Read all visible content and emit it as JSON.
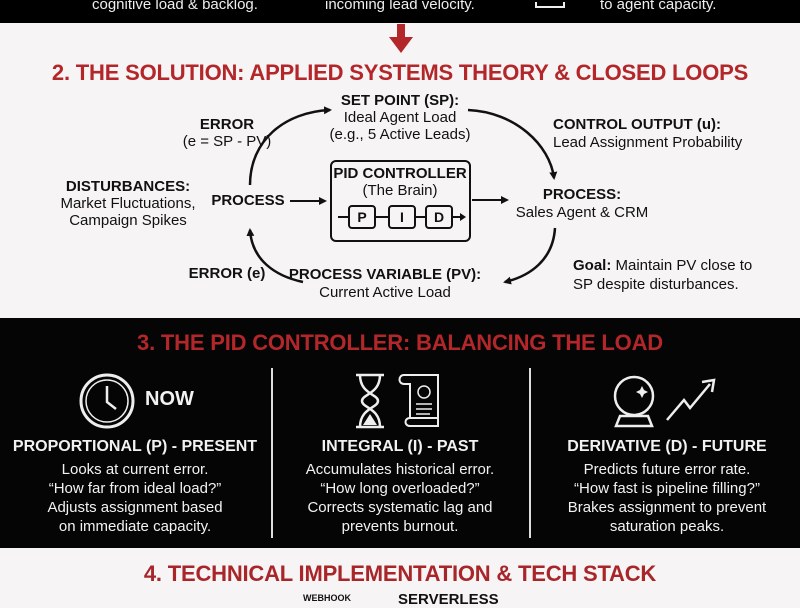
{
  "top_strip": {
    "col1": "cognitive load & backlog.",
    "col2": "incoming lead velocity.",
    "col3": "to agent capacity."
  },
  "colors": {
    "accent": "#b3262a",
    "dark_bg": "#050505",
    "light_bg": "#f6f4f4"
  },
  "section2": {
    "title": "2. THE SOLUTION: APPLIED SYSTEMS THEORY & CLOSED LOOPS",
    "error_top": {
      "label": "ERROR",
      "formula": "(e = SP - PV)"
    },
    "set_point": {
      "label": "SET POINT (SP):",
      "line1": "Ideal Agent Load",
      "line2": "(e.g., 5 Active Leads)"
    },
    "control_output": {
      "label": "CONTROL OUTPUT (u):",
      "line1": "Lead Assignment Probability"
    },
    "disturbances": {
      "label": "DISTURBANCES:",
      "line1": "Market Fluctuations,",
      "line2": "Campaign Spikes"
    },
    "process_left": "PROCESS",
    "pid": {
      "title": "PID CONTROLLER",
      "subtitle": "(The Brain)",
      "terms": [
        "P",
        "I",
        "D"
      ]
    },
    "process_right": {
      "label": "PROCESS:",
      "line1": "Sales Agent & CRM"
    },
    "error_bottom": "ERROR (e)",
    "process_variable": {
      "label": "PROCESS VARIABLE (PV):",
      "line1": "Current Active Load"
    },
    "goal": {
      "label": "Goal:",
      "line1": "Maintain PV close to",
      "line2": "SP despite disturbances."
    }
  },
  "section3": {
    "title": "3. THE PID CONTROLLER: BALANCING THE LOAD",
    "columns": [
      {
        "icon": "clock-icon",
        "badge": "NOW",
        "heading": "PROPORTIONAL (P) - PRESENT",
        "lines": [
          "Looks at current error.",
          "“How far from ideal load?”",
          "Adjusts assignment based",
          "on immediate capacity."
        ]
      },
      {
        "icon": "hourglass-icon",
        "heading": "INTEGRAL (I) - PAST",
        "lines": [
          "Accumulates historical error.",
          "“How long overloaded?”",
          "Corrects systematic lag and",
          "prevents burnout."
        ]
      },
      {
        "icon": "crystal-ball-icon",
        "heading": "DERIVATIVE (D) - FUTURE",
        "lines": [
          "Predicts future error rate.",
          "“How fast is pipeline filling?”",
          "Brakes assignment to prevent",
          "saturation peaks."
        ]
      }
    ]
  },
  "section4": {
    "title": "4. TECHNICAL IMPLEMENTATION & TECH STACK",
    "label1": "WEBHOOK",
    "label2": "SERVERLESS"
  }
}
